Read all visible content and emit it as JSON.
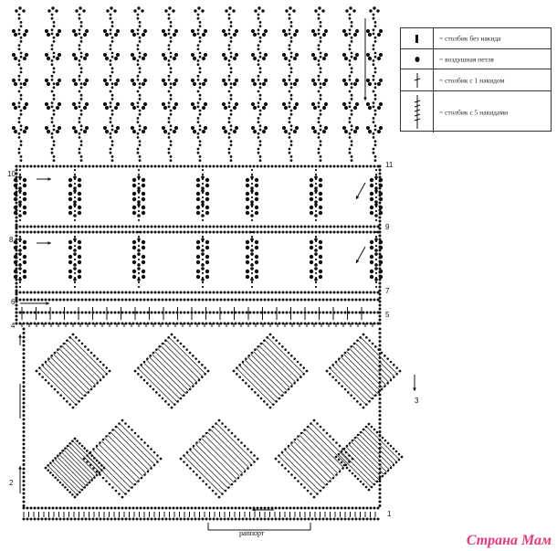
{
  "legend": [
    {
      "symbol": "single-crochet",
      "text": "= столбик без накида"
    },
    {
      "symbol": "chain-stitch",
      "text": "= воздушная петля"
    },
    {
      "symbol": "double-crochet",
      "text": "= столбик с 1 накидом"
    },
    {
      "symbol": "treble-5",
      "text": "= столбик с 5 накидами"
    }
  ],
  "row_numbers": {
    "r1": "1",
    "r2": "2",
    "r3": "3",
    "r4": "4",
    "r5": "5",
    "r6": "6",
    "r7": "7",
    "r8": "8",
    "r9": "9",
    "r10": "10",
    "r11": "11"
  },
  "rapport_label": "раппорт",
  "watermark": "Страна Мам",
  "colors": {
    "ink": "#111111",
    "brand": "#e03a7c"
  }
}
